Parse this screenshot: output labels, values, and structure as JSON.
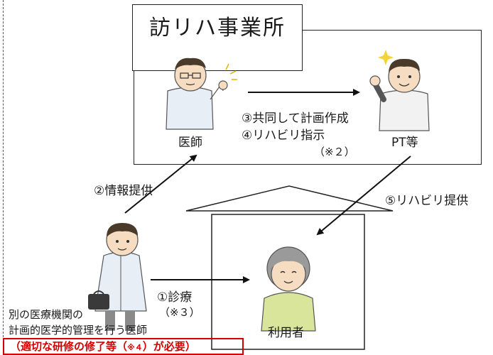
{
  "office": {
    "title": "訪リハ事業所"
  },
  "people": {
    "doctor": "医師",
    "pt": "PT等",
    "patient": "利用者",
    "other_doctor_line1": "別の医療機関の",
    "other_doctor_line2": "計画的医学的管理を行う医師"
  },
  "steps": {
    "step1_label": "①診療",
    "step1_note": "（※３）",
    "step2": "②情報提供",
    "step3": "③共同して計画作成",
    "step4": "④リハビリ指示",
    "step4_note": "（※２）",
    "step5": "⑤リハビリ提供"
  },
  "requirement": {
    "part1": "（適切な研修の修了等（",
    "note": "※４",
    "part2": "）が必要）"
  },
  "colors": {
    "requirement_red": "#d40000",
    "coat": "#e8eef6",
    "skin": "#f6dcc0",
    "hair_dark": "#4a3a2a",
    "hair_gray": "#9a9a9a",
    "pt_shirt": "#f2f2f2",
    "patient_shirt": "#d8e59a",
    "bag": "#3a3a3a"
  }
}
